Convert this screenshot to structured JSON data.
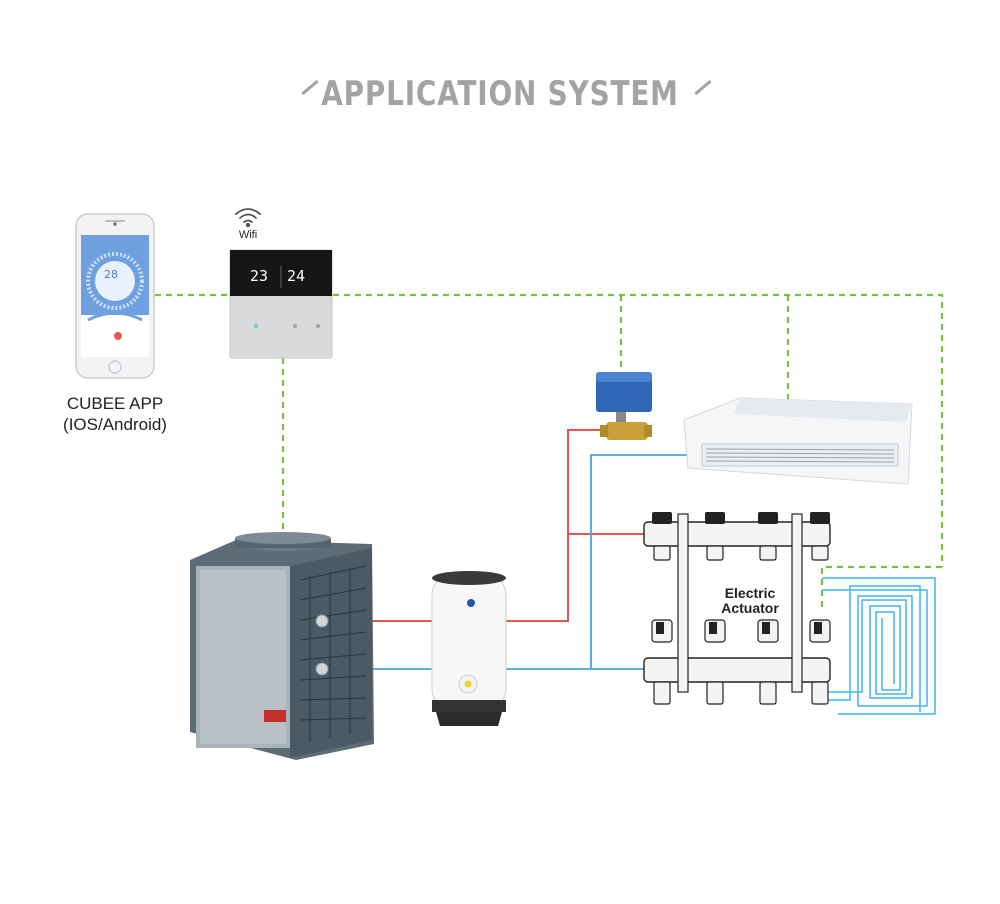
{
  "title": "APPLICATION SYSTEM",
  "app_label": [
    "CUBEE APP",
    "(IOS/Android)"
  ],
  "wifi_label": "Wifi",
  "actuator_label": [
    "Electric",
    "Actuator"
  ],
  "thermostat_display": [
    "23",
    "24"
  ],
  "phone_display": "28",
  "colors": {
    "signal_line": "#7ac142",
    "hot_pipe": "#e0403a",
    "cold_pipe": "#4aa3dc",
    "title": "#a3a3a3"
  }
}
